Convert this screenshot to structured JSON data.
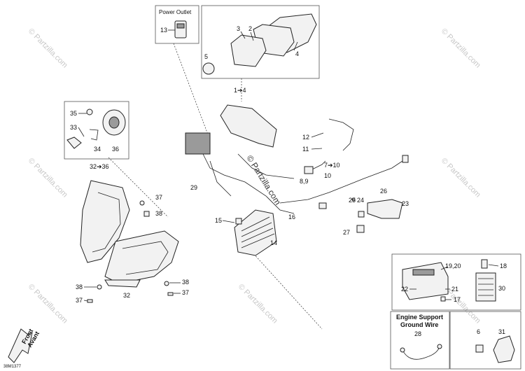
{
  "boxes": {
    "power_outlet_title": "Power Outlet",
    "engine_support_title_line1": "Engine Support",
    "engine_support_title_line2": "Ground Wire"
  },
  "callouts": {
    "c1": "13",
    "c2": "2",
    "c3": "3",
    "c4": "4",
    "c5": "5",
    "c6": "1➔4",
    "c7": "35",
    "c8": "33",
    "c9": "34",
    "c10": "36",
    "c11": "32➔36",
    "c12": "12",
    "c13": "11",
    "c14": "7➔10",
    "c15": "10",
    "c16": "8,9",
    "c17": "29",
    "c18": "15",
    "c19": "16",
    "c20": "14",
    "c21": "37",
    "c22": "38",
    "c23": "26",
    "c24": "25",
    "c25": "24",
    "c26": "23",
    "c27": "27",
    "c28": "38",
    "c29": "37",
    "c30": "32",
    "c31": "38",
    "c32": "37",
    "c33": "19,20",
    "c34": "18",
    "c35": "22",
    "c36": "21",
    "c37": "30",
    "c38": "17",
    "c39": "28",
    "c40": "6",
    "c41": "31"
  },
  "watermark": "© Partzilla.com",
  "center_watermark": "© Partzilla.com",
  "front_arrow": {
    "line1": "Front",
    "line2": "Avant"
  },
  "diagram_code": "38M1377"
}
